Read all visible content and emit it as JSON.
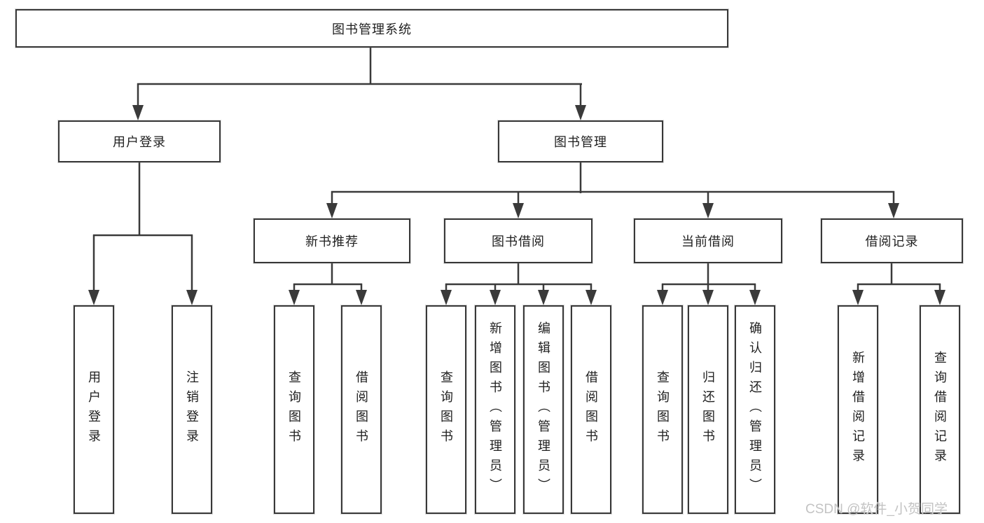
{
  "diagram": {
    "root": "图书管理系统",
    "level2": [
      "用户登录",
      "图书管理"
    ],
    "level3": [
      "新书推荐",
      "图书借阅",
      "当前借阅",
      "借阅记录"
    ],
    "leaves": {
      "user": [
        "用户登录",
        "注销登录"
      ],
      "recommend": [
        "查询图书",
        "借阅图书"
      ],
      "borrow": [
        "查询图书",
        "新增图书（管理员）",
        "编辑图书（管理员）",
        "借阅图书"
      ],
      "current": [
        "查询图书",
        "归还图书",
        "确认归还（管理员）"
      ],
      "records": [
        "新增借阅记录",
        "查询借阅记录"
      ]
    }
  },
  "watermark": "CSDN @软件_小贺同学",
  "colors": {
    "line": "#3a3a3a",
    "box_border": "#383838",
    "text": "#1f1f1f",
    "watermark": "#c3c3c3",
    "background": "#ffffff"
  }
}
